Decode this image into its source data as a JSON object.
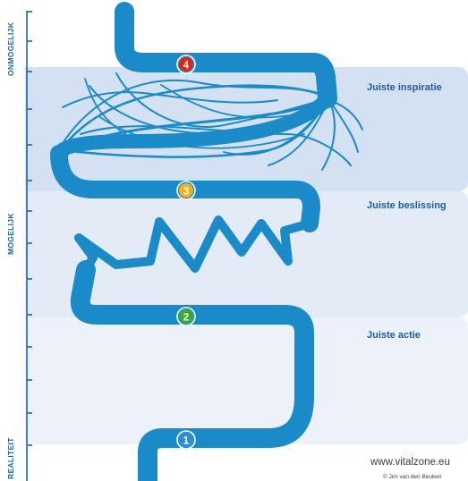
{
  "axis": {
    "top_label": "ONMOGELIJK",
    "middle_label": "MOGELIJK",
    "bottom_label": "REALITEIT"
  },
  "bands": [
    {
      "label": "Juiste inspiratie"
    },
    {
      "label": "Juiste beslissing"
    },
    {
      "label": "Juiste actie"
    }
  ],
  "steps": [
    {
      "number": "1",
      "color": "#2a8fd6"
    },
    {
      "number": "2",
      "color": "#3aa935"
    },
    {
      "number": "3",
      "color": "#f2b01e"
    },
    {
      "number": "4",
      "color": "#e2231a"
    }
  ],
  "footer": {
    "website": "www.vitalzone.eu",
    "copyright": "© Jim van den Beuken"
  },
  "colors": {
    "path": "#1b8ac9",
    "axis": "#1a66b5"
  }
}
